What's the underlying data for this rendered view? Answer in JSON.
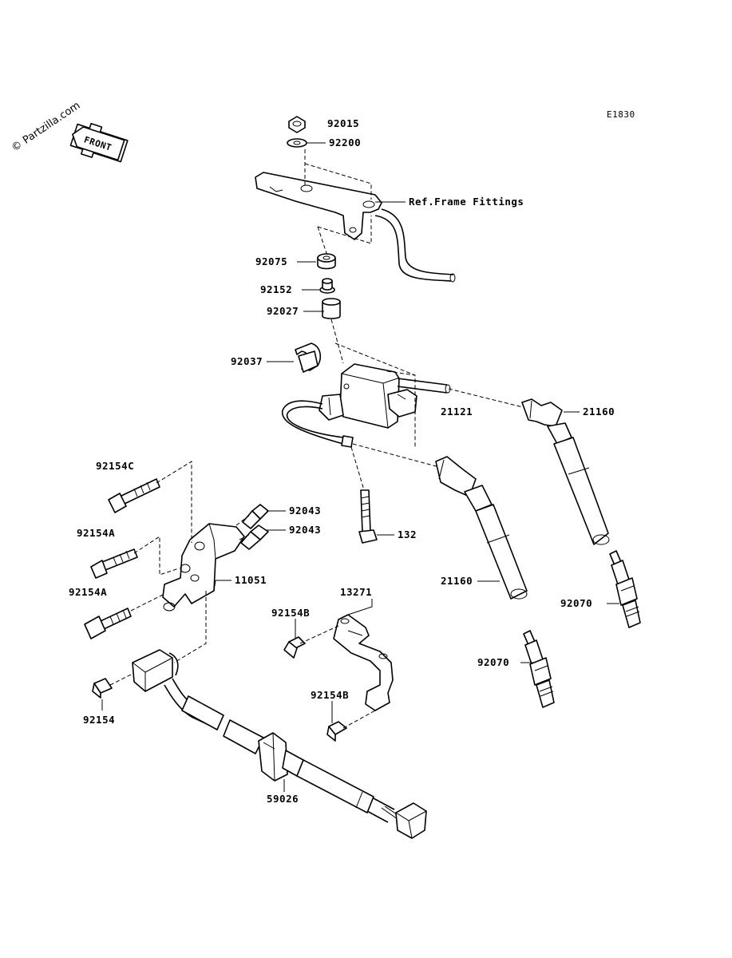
{
  "diagram": {
    "code": "E1830",
    "watermark": "© Partzilla.com",
    "front_label": "FRONT",
    "footer": "",
    "labels": {
      "p92015": "92015",
      "p92200": "92200",
      "ref_frame": "Ref.Frame Fittings",
      "p92075": "92075",
      "p92152": "92152",
      "p92027": "92027",
      "p92037": "92037",
      "p21121": "21121",
      "p21160_a": "21160",
      "p92154c": "92154C",
      "p92043_a": "92043",
      "p92043_b": "92043",
      "p132": "132",
      "p92154a_a": "92154A",
      "p92154a_b": "92154A",
      "p11051": "11051",
      "p21160_b": "21160",
      "p92070_a": "92070",
      "p13271": "13271",
      "p92154b_a": "92154B",
      "p92070_b": "92070",
      "p92154b_b": "92154B",
      "p92154": "92154",
      "p59026": "59026"
    }
  }
}
